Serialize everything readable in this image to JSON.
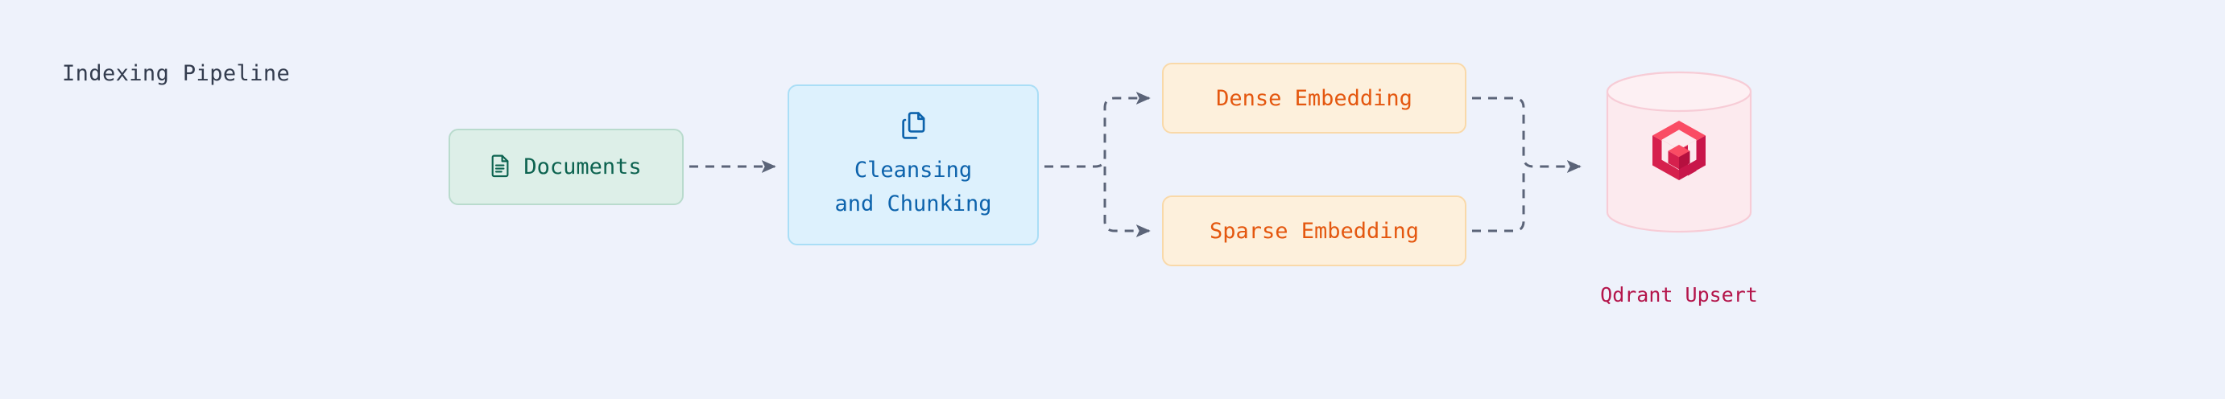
{
  "diagram": {
    "title": "Indexing Pipeline",
    "background_color": "#eef2fb",
    "type": "flow-diagram",
    "nodes": [
      {
        "id": "documents",
        "label": "Documents",
        "icon": "document-icon",
        "fill": "#ddefe8",
        "stroke": "#b9dbcd",
        "text_color": "#0d6350"
      },
      {
        "id": "cleansing",
        "label_line1": "Cleansing",
        "label_line2": "and Chunking",
        "icon": "copy-documents-icon",
        "fill": "#ddf1fd",
        "stroke": "#aadef6",
        "text_color": "#0d63ac"
      },
      {
        "id": "dense-embedding",
        "label": "Dense Embedding",
        "fill": "#fdf0dc",
        "stroke": "#f9d9a9",
        "text_color": "#e4570f"
      },
      {
        "id": "sparse-embedding",
        "label": "Sparse Embedding",
        "fill": "#fdf0dc",
        "stroke": "#f9d9a9",
        "text_color": "#e4570f"
      },
      {
        "id": "qdrant-database",
        "caption": "Qdrant Upsert",
        "icon": "qdrant-logo-icon",
        "fill": "#fceaee",
        "stroke": "#f7ccd6",
        "text_color": "#b4154b"
      }
    ],
    "edges": [
      {
        "from": "documents",
        "to": "cleansing",
        "style": "dashed",
        "arrow": true
      },
      {
        "from": "cleansing",
        "to": "dense-embedding",
        "style": "dashed",
        "arrow": true
      },
      {
        "from": "cleansing",
        "to": "sparse-embedding",
        "style": "dashed",
        "arrow": true
      },
      {
        "from": "dense-embedding",
        "to": "qdrant-database",
        "style": "dashed",
        "arrow": true
      },
      {
        "from": "sparse-embedding",
        "to": "qdrant-database",
        "style": "dashed",
        "arrow": true
      }
    ],
    "edge_color": "#5b6478"
  }
}
